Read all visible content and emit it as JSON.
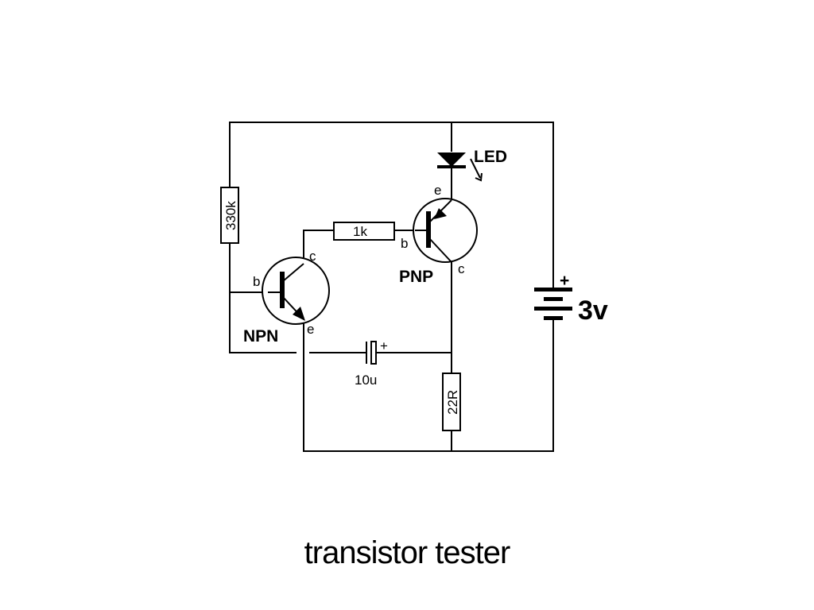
{
  "caption": "transistor tester",
  "components": {
    "r_base": "330k",
    "r_link": "1k",
    "r_load": "22R",
    "capacitor": "10u",
    "led": "LED",
    "battery": "3v",
    "npn": "NPN",
    "pnp": "PNP"
  },
  "pins": {
    "npn_base": "b",
    "npn_collector": "c",
    "npn_emitter": "e",
    "pnp_base": "b",
    "pnp_collector": "c",
    "pnp_emitter": "e",
    "cap_plus": "+",
    "batt_plus": "+"
  }
}
